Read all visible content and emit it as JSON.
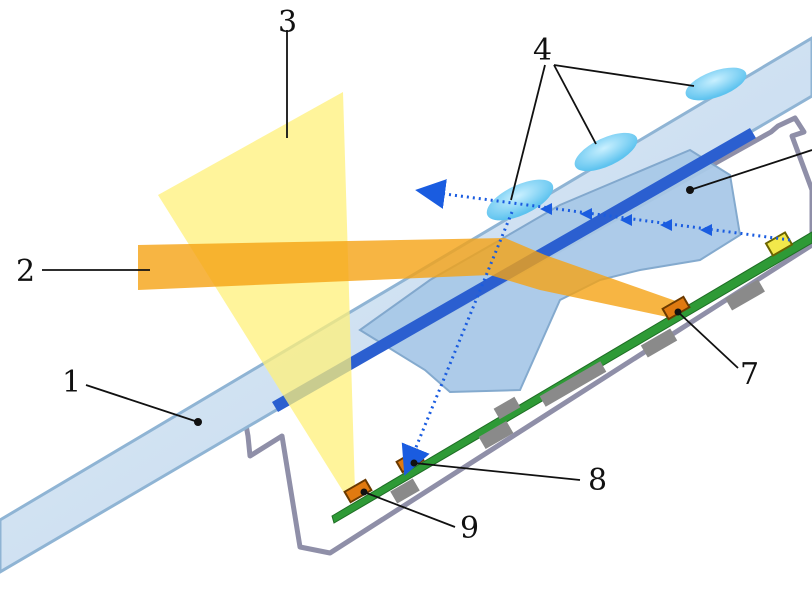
{
  "diagram": {
    "labels": {
      "l1": "1",
      "l2": "2",
      "l3": "3",
      "l4": "4",
      "l7": "7",
      "l8": "8",
      "l9": "9"
    },
    "colors": {
      "glass": "#cfe2f2",
      "glass_edge": "#8fb4d4",
      "yellow_light": "#fff07a",
      "orange_light": "#f5a214",
      "blue_strip": "#2b5fd0",
      "lens": "#a9c9e8",
      "housing": "#8f8fa8",
      "pcb": "#2e9a36",
      "dots": "#1a5ce0",
      "component": "#8a8a8a",
      "led": "#e07a10"
    }
  }
}
